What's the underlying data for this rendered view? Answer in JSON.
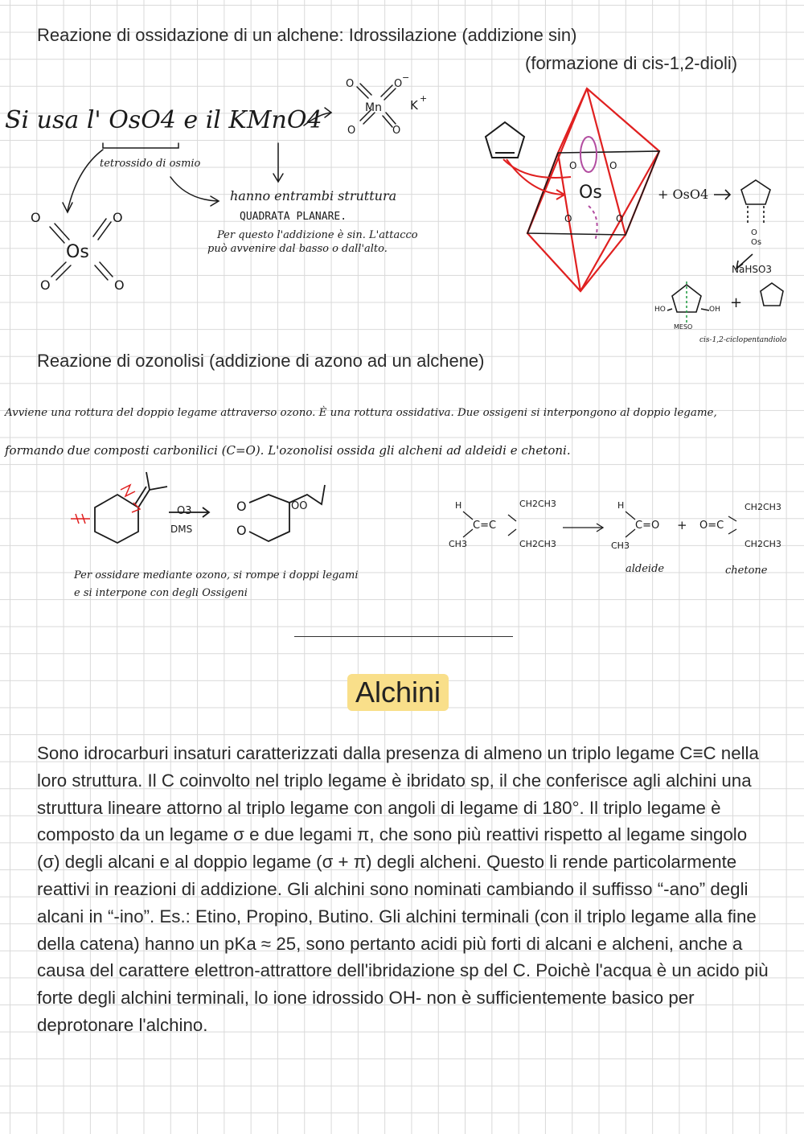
{
  "hydroxylation": {
    "title": "Reazione di ossidazione di un alchene: Idrossilazione (addizione sin)",
    "subtitle": "(formazione di cis-1,2-dioli)",
    "note_use": "Si usa l' OsO4 e il KMnO4",
    "note_osmium": "tetrossido di osmio",
    "note_structure_1": "hanno entrambi struttura",
    "note_structure_2": "QUADRATA PLANARE.",
    "note_structure_3": "Per questo l'addizione è sin. L'attacco",
    "note_structure_4": "può avvenire dal basso o dall'alto.",
    "reagent": "+ OsO4",
    "reductant": "NaHSO3",
    "plus": "+",
    "meso": "MESO",
    "product_name": "cis-1,2-ciclopentandiolo",
    "k_plus": "K+",
    "mn": "Mn",
    "os": "Os",
    "ho": "HO",
    "oh": "OH"
  },
  "ozonolysis": {
    "title": "Reazione di ozonolisi (addizione di azono ad un alchene)",
    "line_1": "Avviene una rottura del doppio legame attraverso ozono. È una rottura ossidativa. Due ossigeni si interpongono al doppio legame,",
    "line_2": "formando due composti carbonilici (C=O). L'ozonolisi ossida gli alcheni ad aldeidi e chetoni.",
    "reagent_top": "O3",
    "reagent_bottom": "DMS",
    "note_1": "Per ossidare mediante ozono, si rompe i doppi legami",
    "note_2": "e si interpone con degli Ossigeni",
    "label_aldehyde": "aldeide",
    "label_ketone": "chetone",
    "h": "H",
    "ch3": "CH3",
    "ch2ch3": "CH2CH3",
    "c_eq_c": "C=C",
    "c_eq_o": "C=O",
    "o_eq_c": "O=C",
    "plus": "+"
  },
  "alkynes": {
    "title": "Alchini",
    "paragraph": "Sono idrocarburi insaturi caratterizzati dalla presenza di almeno un triplo legame C≡C nella loro struttura. Il C coinvolto nel triplo legame è ibridato sp, il che conferisce agli alchini una struttura lineare attorno al triplo legame con angoli di legame di 180°. Il triplo legame è composto da un legame σ e due legami π, che sono più reattivi rispetto al legame singolo (σ) degli alcani e al doppio legame (σ + π) degli alcheni. Questo li rende particolarmente reattivi in reazioni di addizione. Gli alchini sono nominati cambiando il suffisso “-ano” degli alcani in “-ino”. Es.: Etino, Propino, Butino. Gli alchini terminali (con il triplo legame alla fine della catena) hanno un pKa ≈ 25, sono pertanto acidi più forti di alcani e alcheni, anche a causa del carattere elettron-attrattore dell'ibridazione sp del C. Poichè l'acqua è un acido più forte degli alchini terminali, lo ione idrossido OH- non è sufficientemente basico per deprotonare l'alchino."
  },
  "colors": {
    "ink": "#1a1a1a",
    "red": "#e02020",
    "highlight": "#f9df8a",
    "grid": "#d9d9d9"
  }
}
